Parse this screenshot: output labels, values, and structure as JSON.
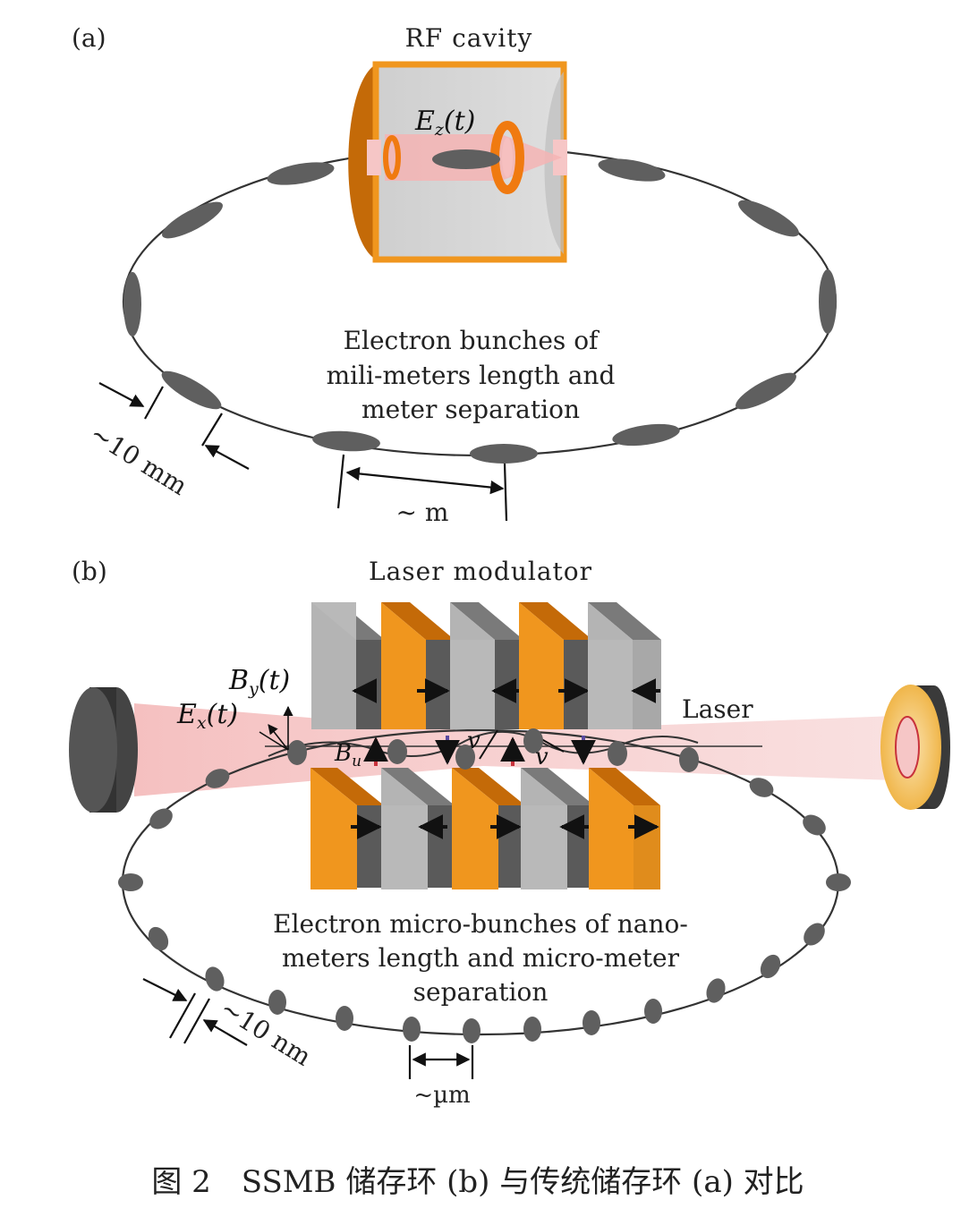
{
  "panel_a": {
    "tag": "(a)",
    "title": "RF cavity",
    "field_label": "E",
    "field_sub": "z",
    "field_arg": "(t)",
    "description": [
      "Electron bunches of",
      "mili-meters length and",
      "meter separation"
    ],
    "bunch_length": "~10 mm",
    "separation": "~ m"
  },
  "panel_b": {
    "tag": "(b)",
    "title": "Laser modulator",
    "by_label": "B",
    "by_sub": "y",
    "by_arg": "(t)",
    "ex_label": "E",
    "ex_sub": "x",
    "ex_arg": "(t)",
    "bu_label": "B",
    "bu_sub": "u",
    "v_label": "v",
    "laser_label": "Laser",
    "description": [
      "Electron micro-bunches of nano-",
      "meters length and micro-meter",
      "separation"
    ],
    "bunch_length": "~10 nm",
    "separation": "~µm"
  },
  "caption": "图 2　SSMB 储存环 (b) 与传统储存环 (a) 对比",
  "colors": {
    "orange": "#f0961e",
    "orange_dark": "#c46a08",
    "gray_light": "#b9b9b9",
    "gray_dark": "#5a5a5a",
    "bunch": "#5f5f5f",
    "laser_pink": "#f6c6c6",
    "field_red": "#c8323c",
    "field_purple": "#5a4aa0"
  }
}
